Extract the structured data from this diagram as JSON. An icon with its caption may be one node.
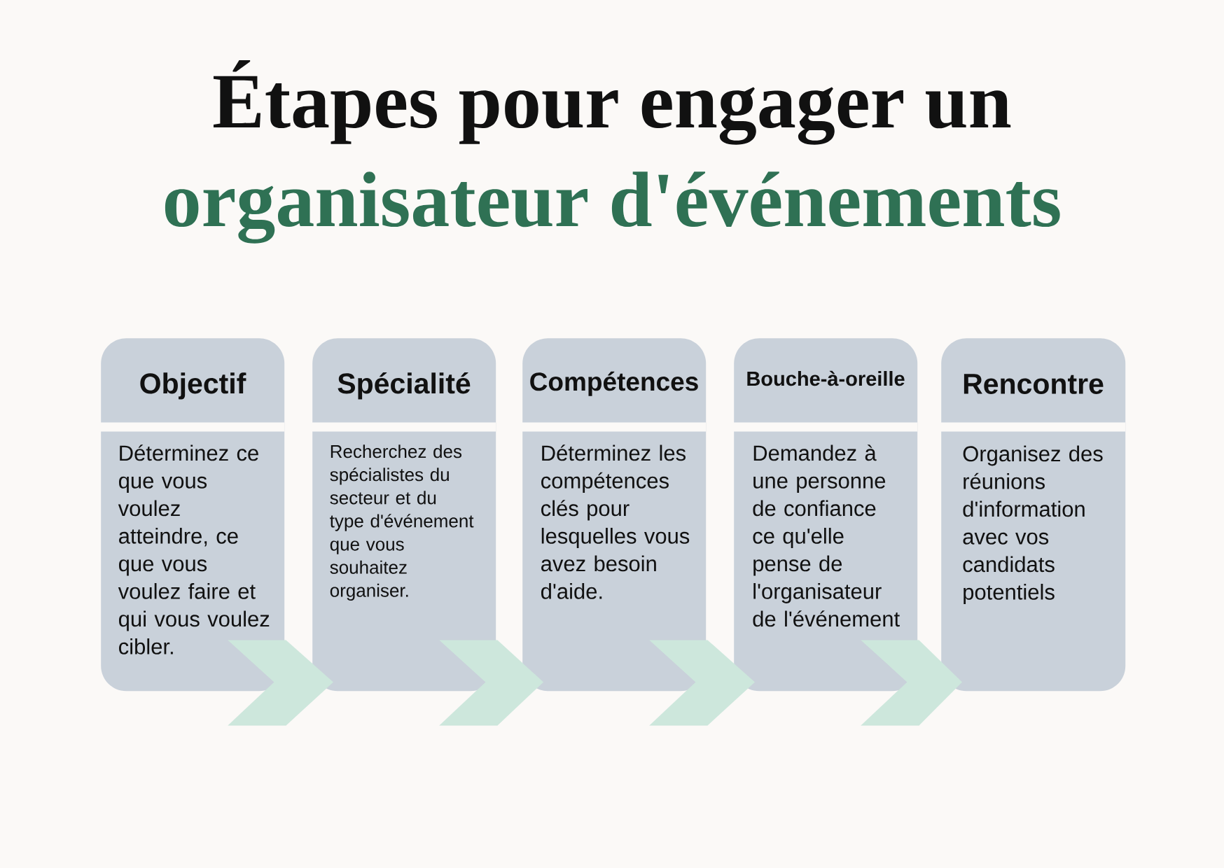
{
  "diagram": {
    "title": "Étapes pour engager un organisateur d'événements",
    "nodes": [
      {
        "text": [
          "Objectif",
          "Déterminez ce que vous voulez atteindre, ce que vous voulez faire et qui vous voulez cibler."
        ]
      },
      {
        "text": [
          "Spécialité",
          "Recherchez des spécialistes du secteur et du type d'événement que vous souhaitez organiser."
        ]
      },
      {
        "text": [
          "Compétences",
          "Déterminez les compétences clés pour lesquelles vous avez besoin d'aide."
        ]
      },
      {
        "text": [
          "Bouche-à-oreille",
          "Demandez à une personne de confiance ce qu'elle pense de l'organisateur de l'événement"
        ]
      },
      {
        "text": [
          "Rencontre",
          "Organisez des réunions d'information avec vos candidats potentiels"
        ]
      }
    ],
    "edges": [
      {
        "from": 0,
        "to": 1,
        "arrow": "to"
      },
      {
        "from": 1,
        "to": 2,
        "arrow": "to"
      },
      {
        "from": 2,
        "to": 3,
        "arrow": "to"
      },
      {
        "from": 3,
        "to": 4,
        "arrow": "to"
      }
    ]
  }
}
